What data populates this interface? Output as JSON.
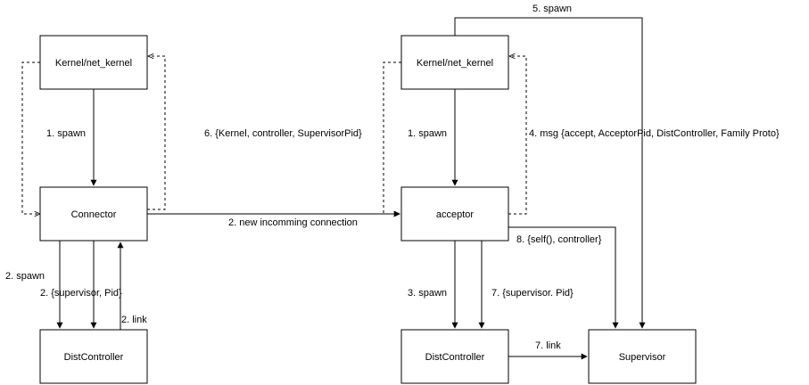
{
  "nodes": {
    "left_kernel": "Kernel/net_kernel",
    "connector": "Connector",
    "left_distcontroller": "DistController",
    "right_kernel": "Kernel/net_kernel",
    "acceptor": "acceptor",
    "right_distcontroller": "DistController",
    "supervisor": "Supervisor"
  },
  "edges": {
    "left_spawn": "1. spawn",
    "kernel_info": "6. {Kernel, controller, SupervisorPid}",
    "connector_spawn": "2. spawn",
    "connector_supervisor_pid": "2. {supervisor, Pid}",
    "left_link": "2. link",
    "new_connection": "2. new incomming connection",
    "right_spawn": "1. spawn",
    "accept_msg": "4. msg {accept, AcceptorPid, DistController, Family Proto}",
    "kernel_spawn_supervisor": "5. spawn",
    "self_controller": "8. {self(), controller}",
    "acceptor_spawn": "3. spawn",
    "acceptor_supervisor_pid": "7. {supervisor. Pid}",
    "right_link": "7. link"
  }
}
